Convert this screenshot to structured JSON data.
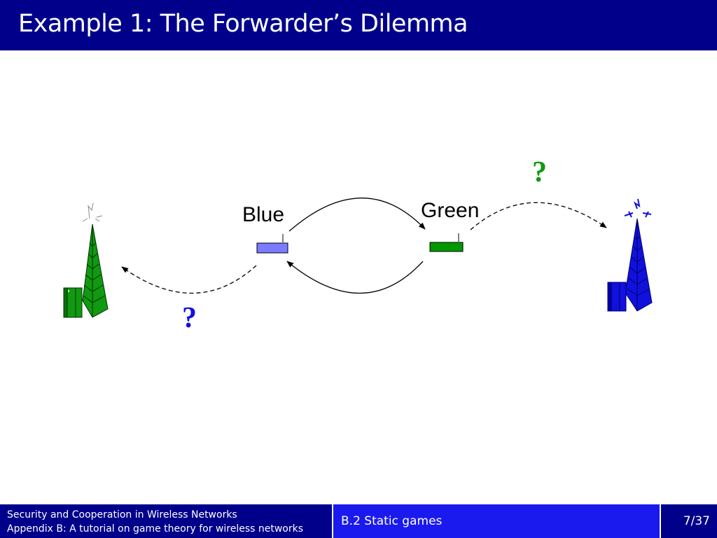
{
  "slide": {
    "title": "Example 1: The Forwarder’s Dilemma"
  },
  "diagram": {
    "node_blue_label": "Blue",
    "node_green_label": "Green",
    "question_left": "?",
    "question_right": "?",
    "colors": {
      "blue_node": "#7b7bff",
      "green_node": "#009900",
      "blue_tower": "#1111dd",
      "green_tower": "#119911",
      "question_left": "#1111dd",
      "question_right": "#119911"
    }
  },
  "footer": {
    "course_line1": "Security and Cooperation in Wireless Networks",
    "course_line2": "Appendix B: A tutorial on game theory for wireless networks",
    "section": "B.2 Static games",
    "page": "7/37"
  }
}
